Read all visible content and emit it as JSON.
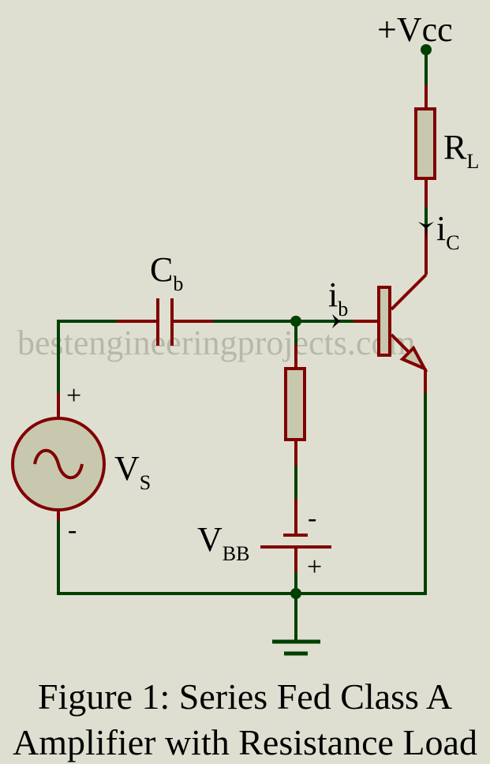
{
  "colors": {
    "background": "#dfdfd1",
    "wire": "#004000",
    "component": "#800000",
    "component_fill": "#c8c8ae",
    "text": "#000000",
    "watermark": "#b8b8a8"
  },
  "labels": {
    "vcc": "+Vcc",
    "rl_main": "R",
    "rl_sub": "L",
    "ic_main": "i",
    "ic_sub": "C",
    "ib_main": "i",
    "ib_sub": "b",
    "cb_main": "C",
    "cb_sub": "b",
    "vs_main": "V",
    "vs_sub": "S",
    "vs_plus": "+",
    "vs_minus": "-",
    "vbb_main": "V",
    "vbb_sub": "BB",
    "vbb_plus": "+",
    "vbb_minus": "-"
  },
  "watermark": "bestengineeringprojects.com",
  "caption": {
    "line1": "Figure 1: Series Fed Class A",
    "line2": "Amplifier with Resistance Load"
  },
  "components": [
    {
      "id": "RL",
      "type": "resistor"
    },
    {
      "id": "Q1",
      "type": "npn-transistor"
    },
    {
      "id": "Cb",
      "type": "capacitor"
    },
    {
      "id": "Rb",
      "type": "resistor"
    },
    {
      "id": "Vs",
      "type": "ac-source"
    },
    {
      "id": "VBB",
      "type": "battery"
    },
    {
      "id": "GND",
      "type": "ground"
    }
  ]
}
